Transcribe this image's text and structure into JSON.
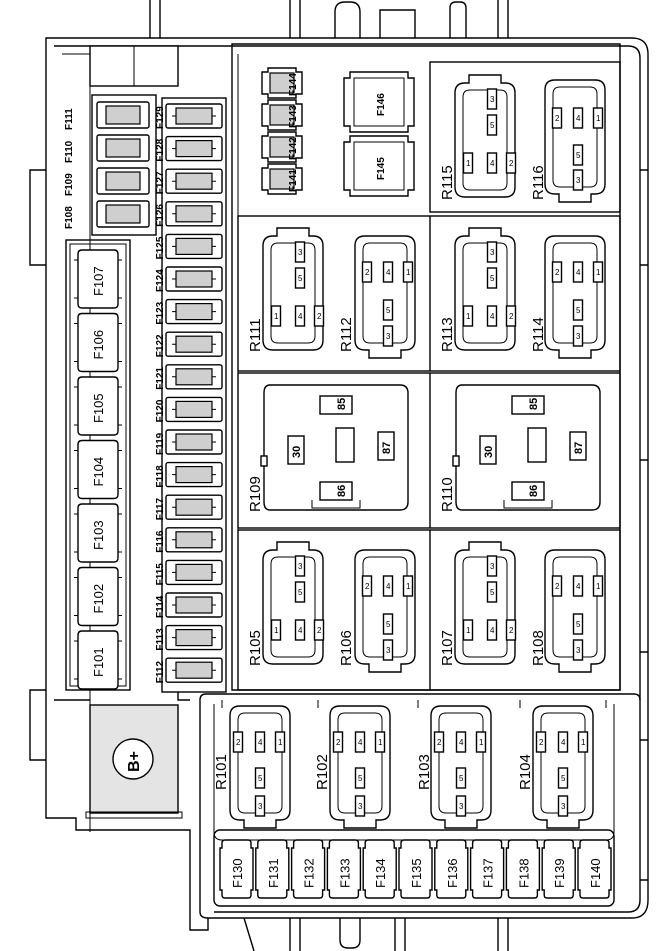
{
  "mini_fuses_top_left": [
    "F111",
    "F110",
    "F109",
    "F108"
  ],
  "mini_fuses_column": [
    "F129",
    "F128",
    "F127",
    "F126",
    "F125",
    "F124",
    "F123",
    "F122",
    "F121",
    "F120",
    "F119",
    "F118",
    "F117",
    "F116",
    "F115",
    "F114",
    "F113",
    "F112"
  ],
  "maxi_fuses_left": [
    "F107",
    "F106",
    "F105",
    "F104",
    "F103",
    "F102",
    "F101"
  ],
  "fuses_bottom_row": [
    "F130",
    "F131",
    "F132",
    "F133",
    "F134",
    "F135",
    "F136",
    "F137",
    "F138",
    "F139",
    "F140"
  ],
  "fuses_top_small": [
    "F144",
    "F143",
    "F142",
    "F141"
  ],
  "fuses_top_large": [
    "F146",
    "F145"
  ],
  "battery_terminal": "B+",
  "relays": {
    "r115": "R115",
    "r116": "R116",
    "r111": "R111",
    "r112": "R112",
    "r113": "R113",
    "r114": "R114",
    "r109": "R109",
    "r110": "R110",
    "r105": "R105",
    "r106": "R106",
    "r107": "R107",
    "r108": "R108",
    "r101": "R101",
    "r102": "R102",
    "r103": "R103",
    "r104": "R104"
  },
  "relay_pins": {
    "p1": "1",
    "p2": "2",
    "p3": "3",
    "p4": "4",
    "p5": "5",
    "p30": "30",
    "p85": "85",
    "p86": "86",
    "p87": "87"
  }
}
